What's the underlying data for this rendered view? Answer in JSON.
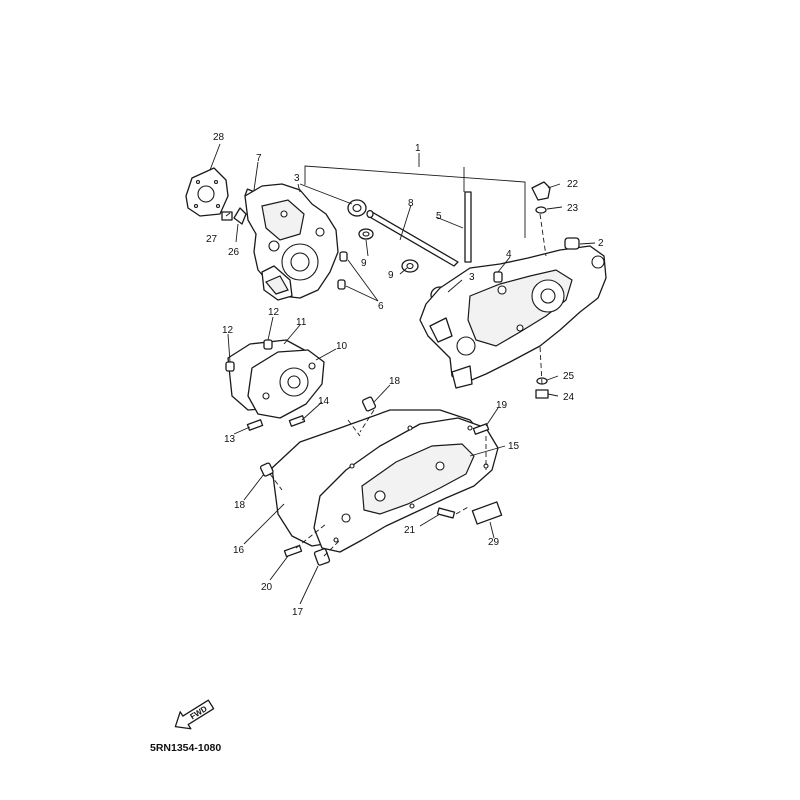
{
  "callouts": {
    "c1": "1",
    "c2": "2",
    "c3a": "3",
    "c3b": "3",
    "c4": "4",
    "c5": "5",
    "c6": "6",
    "c7": "7",
    "c8": "8",
    "c9a": "9",
    "c9b": "9",
    "c10": "10",
    "c11": "11",
    "c12": "12",
    "c13": "13",
    "c14": "14",
    "c15": "15",
    "c16": "16",
    "c17": "17",
    "c18a": "18",
    "c18b": "18",
    "c19": "19",
    "c20": "20",
    "c21": "21",
    "c22": "22",
    "c23": "23",
    "c24": "24",
    "c25": "25",
    "c26": "26",
    "c27": "27",
    "c28": "28",
    "c29": "29"
  },
  "direction_arrow": "FWD",
  "diagram_ref": "5RN1354-1080",
  "colors": {
    "line": "#1a1a1a",
    "background": "#ffffff"
  }
}
